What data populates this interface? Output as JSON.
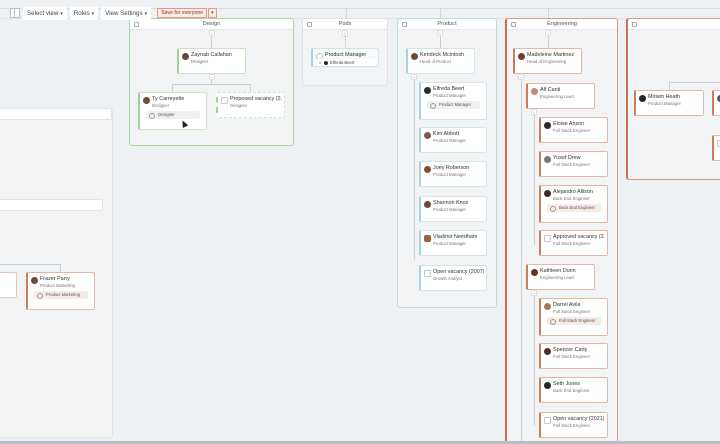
{
  "toolbar": {
    "select_view": "Select view",
    "roles": "Roles",
    "view_settings": "View Settings",
    "save": "Save for everyone",
    "chevron": "⌄"
  },
  "groups": {
    "design": {
      "title": "Design",
      "color": "#9dd39a"
    },
    "pods": {
      "title": "Pods",
      "color": "#a4d4da"
    },
    "product": {
      "title": "Product",
      "color": "#a4d4da"
    },
    "engineering": {
      "title": "Engineering",
      "color": "#cf7b5d"
    },
    "unnamed": {
      "title": "",
      "color": "#cf7b5d"
    }
  },
  "design": {
    "head": {
      "name": "Zaynab Callahan",
      "role": "Designer"
    },
    "reports": [
      {
        "name": "Ty Carreyette",
        "role": "Designer",
        "tag": "Designer"
      },
      {
        "name": "Proposed vacancy (2...",
        "role": "Designer",
        "vacancy": true
      }
    ]
  },
  "pods": {
    "card": {
      "name": "Product Manager",
      "member": "Elfreda Beert"
    }
  },
  "product": {
    "head": {
      "name": "Kendrick Mcintosh",
      "role": "Head of Product"
    },
    "reports": [
      {
        "name": "Elfreda Beert",
        "role": "Product Manager",
        "tag": "Product Manager"
      },
      {
        "name": "Kim Abbott",
        "role": "Product Manager"
      },
      {
        "name": "Joey Roberson",
        "role": "Product Manager"
      },
      {
        "name": "Shannon Knox",
        "role": "Product Manager"
      },
      {
        "name": "Vladimir Needham",
        "role": "Product Manager"
      },
      {
        "name": "Open vacancy (2007)",
        "role": "Growth Analyst",
        "vacancy": true
      }
    ]
  },
  "engineering": {
    "head": {
      "name": "Madeleine Martinez",
      "role": "Head of Engineering"
    },
    "leads": [
      {
        "name": "Alf Canti",
        "role": "Engineering Lead",
        "reports": [
          {
            "name": "Eloise Anson",
            "role": "Full Stack Engineer"
          },
          {
            "name": "Yusef Drew",
            "role": "Full Stack Engineer"
          },
          {
            "name": "Alejandro Allison",
            "role": "Back End Engineer",
            "tag": "Back End Engineer"
          },
          {
            "name": "Approved vacancy (2...",
            "role": "Full Stack Engineer",
            "vacancy": true
          }
        ]
      },
      {
        "name": "Kathleen Dunn",
        "role": "Engineering Lead",
        "reports": [
          {
            "name": "Darrel Avila",
            "role": "Full Stack Engineer",
            "tag": "Full Stack Engineer"
          },
          {
            "name": "Spencer Carty",
            "role": "Full Stack Engineer"
          },
          {
            "name": "Seth Jones",
            "role": "Back End Engineer"
          },
          {
            "name": "Open vacancy (2021)",
            "role": "Full Stack Engineer",
            "vacancy": true
          }
        ]
      }
    ]
  },
  "right_group": {
    "card": {
      "name": "Miriam Heath",
      "role": "Product Manager"
    }
  },
  "left_group": {
    "card": {
      "name": "Frazer Parry",
      "role": "Product Marketing",
      "tag": "Product Marketing"
    }
  }
}
